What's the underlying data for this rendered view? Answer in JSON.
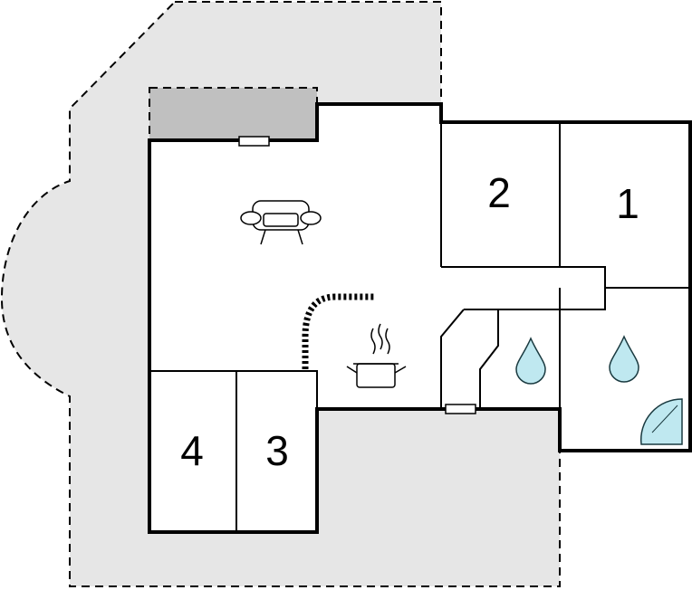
{
  "floorplan": {
    "rooms": [
      {
        "id": "room-1",
        "label": "1"
      },
      {
        "id": "room-2",
        "label": "2"
      },
      {
        "id": "room-3",
        "label": "3"
      },
      {
        "id": "room-4",
        "label": "4"
      }
    ],
    "icons": [
      "sofa-icon",
      "cooking-pot-icon",
      "water-drop-icon",
      "water-drop-icon",
      "shower-icon",
      "window-icon",
      "window-icon"
    ],
    "colors": {
      "outdoor": "#e6e6e6",
      "terrace": "#c0c0c0",
      "walls": "#000000",
      "interior": "#ffffff",
      "water": "#bfe8f0",
      "water_stroke": "#1a3a40"
    }
  }
}
